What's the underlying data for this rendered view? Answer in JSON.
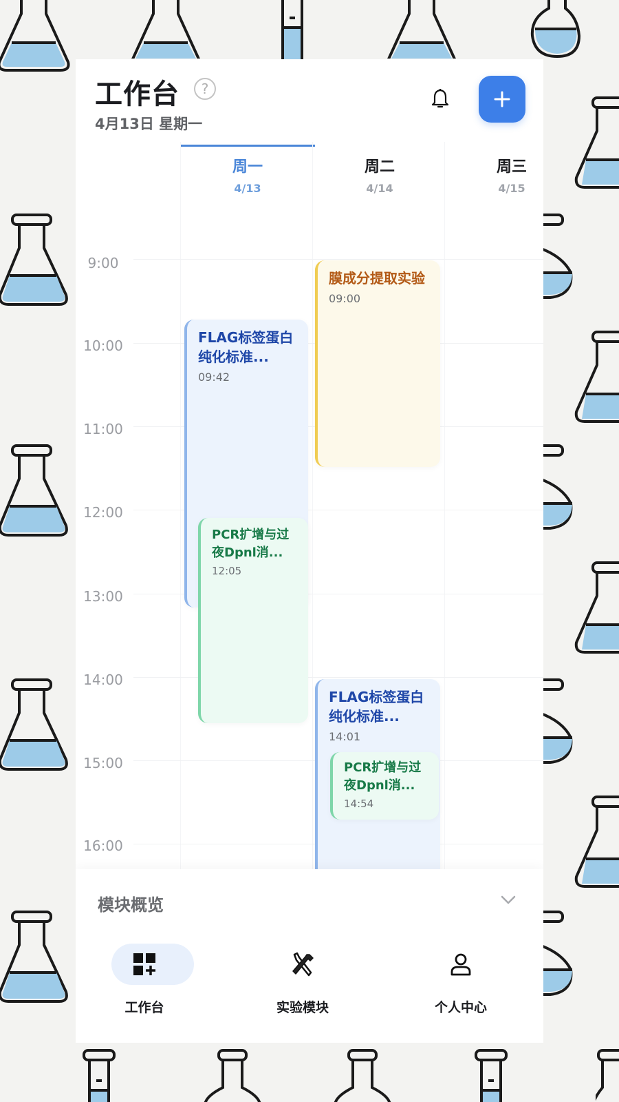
{
  "header": {
    "title": "工作台",
    "help_icon": "?",
    "subtitle": "4月13日 星期一",
    "icons": {
      "bell": "bell-icon",
      "add": "plus-icon"
    },
    "accent_color": "#3d7fe8"
  },
  "week": {
    "days": [
      {
        "name": "周一",
        "date": "4/13",
        "active": true
      },
      {
        "name": "周二",
        "date": "4/14",
        "active": false
      },
      {
        "name": "周三",
        "date": "4/15",
        "active": false
      }
    ]
  },
  "timeline": {
    "hours": [
      "9:00",
      "10:00",
      "11:00",
      "12:00",
      "13:00",
      "14:00",
      "15:00",
      "16:00"
    ]
  },
  "events": [
    {
      "day": "周一",
      "title": "FLAG标签蛋白纯化标准...",
      "time": "09:42",
      "color": "blue"
    },
    {
      "day": "周一",
      "title": "PCR扩增与过夜Dpnl消...",
      "time": "12:05",
      "color": "green"
    },
    {
      "day": "周二",
      "title": "膜成分提取实验",
      "time": "09:00",
      "color": "yellow"
    },
    {
      "day": "周二",
      "title": "FLAG标签蛋白纯化标准...",
      "time": "14:01",
      "color": "blue"
    },
    {
      "day": "周二",
      "title": "PCR扩增与过夜Dpnl消...",
      "time": "14:54",
      "color": "green"
    }
  ],
  "module_overview": {
    "title": "模块概览",
    "icon": "chevron-down-icon"
  },
  "bottom_nav": {
    "items": [
      {
        "label": "工作台",
        "icon": "dashboard-add-icon",
        "active": true
      },
      {
        "label": "实验模块",
        "icon": "tools-icon",
        "active": false
      },
      {
        "label": "个人中心",
        "icon": "user-icon",
        "active": false
      }
    ]
  }
}
